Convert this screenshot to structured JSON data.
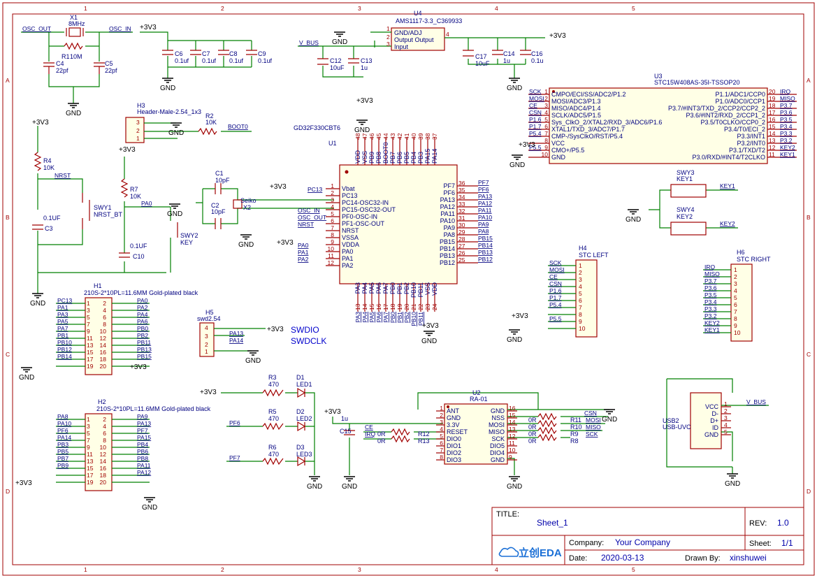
{
  "frame": {
    "cols": [
      "1",
      "2",
      "3",
      "4",
      "5"
    ],
    "rows": [
      "A",
      "B",
      "C",
      "D"
    ]
  },
  "title_block": {
    "title_label": "TITLE:",
    "title": "Sheet_1",
    "rev_label": "REV:",
    "rev": "1.0",
    "company_label": "Company:",
    "company": "Your Company",
    "sheet_label": "Sheet:",
    "sheet": "1/1",
    "date_label": "Date:",
    "date": "2020-03-13",
    "drawn_label": "Drawn By:",
    "drawn_by": "xinshuwei",
    "logo": "立创EDA"
  },
  "crystal": {
    "ref": "X1",
    "val": "8MHz",
    "r": "R1",
    "rval": "10M",
    "c4": "C4",
    "c4v": "22pf",
    "c5": "C5",
    "c5v": "22pf",
    "osc_out": "OSC_OUT",
    "osc_in": "OSC_IN"
  },
  "decoupling": {
    "c6": "C6",
    "c7": "C7",
    "c8": "C8",
    "c9": "C9",
    "val": "0.1uf"
  },
  "regulator": {
    "ref": "U4",
    "part": "AMS1117-3.3_C369933",
    "p1": "GND/ADJ",
    "p2": "Output Output",
    "p3": "Input",
    "vbus": "V_BUS",
    "c12": "C12",
    "c12v": "10uF",
    "c13": "C13",
    "c13v": "1u",
    "c17": "C17",
    "c17v": "10uF",
    "c14": "C14",
    "c14v": "1u",
    "c16": "C16",
    "c16v": "0.1u"
  },
  "header_h3": {
    "ref": "H3",
    "part": "Header-Male-2.54_1x3",
    "r2": "R2",
    "r2v": "10K",
    "boot": "BOOT0"
  },
  "reset": {
    "r4": "R4",
    "r4v": "10K",
    "nrst": "NRST",
    "c3": "C3",
    "c3v": "0.1UF",
    "sw": "SWY1",
    "swname": "NRST_BT"
  },
  "key_sw": {
    "r7": "R7",
    "r7v": "10K",
    "pa0": "PA0",
    "c10": "C10",
    "c10v": "0.1UF",
    "sw": "SWY2",
    "swname": "KEY"
  },
  "osc32": {
    "c1": "C1",
    "c1v": "10pF",
    "c2": "C2",
    "c2v": "10pF",
    "x2": "X2",
    "x2name": "Seiko"
  },
  "mcu": {
    "name": "GD32F330CBT6",
    "ref": "U1",
    "left": [
      [
        "1",
        "Vbat"
      ],
      [
        "2",
        "PC13"
      ],
      [
        "3",
        "PC14-OSC32-IN"
      ],
      [
        "4",
        "PC15-OSC32-OUT"
      ],
      [
        "5",
        "PF0-OSC-IN"
      ],
      [
        "6",
        "PF1-OSC-OUT"
      ],
      [
        "7",
        "NRST"
      ],
      [
        "8",
        "VSSA"
      ],
      [
        "9",
        "VDDA"
      ],
      [
        "10",
        "PA0"
      ],
      [
        "11",
        "PA1"
      ],
      [
        "12",
        "PA2"
      ]
    ],
    "right": [
      [
        "36",
        "PF7"
      ],
      [
        "35",
        "PF6"
      ],
      [
        "34",
        "PA13"
      ],
      [
        "33",
        "PA12"
      ],
      [
        "32",
        "PA11"
      ],
      [
        "31",
        "PA10"
      ],
      [
        "30",
        "PA9"
      ],
      [
        "29",
        "PA8"
      ],
      [
        "28",
        "PB15"
      ],
      [
        "27",
        "PB14"
      ],
      [
        "26",
        "PB13"
      ],
      [
        "25",
        "PB12"
      ]
    ],
    "top": [
      "VDD",
      "VSS",
      "PB9",
      "PB8",
      "BOOT0",
      "PB7",
      "PB6",
      "PB5",
      "PB4",
      "PB3",
      "PA15",
      "PA14"
    ],
    "topnum": [
      "48",
      "47",
      "46",
      "45",
      "44",
      "43",
      "42",
      "41",
      "40",
      "39",
      "38",
      "37"
    ],
    "bottom": [
      "PA3",
      "PA4",
      "PA5",
      "PA6",
      "PA7",
      "PB0",
      "PB1",
      "PB2",
      "PB10",
      "PB11",
      "VSS",
      "VDD"
    ],
    "bottomnum": [
      "13",
      "14",
      "15",
      "16",
      "17",
      "18",
      "19",
      "20",
      "21",
      "22",
      "23",
      "24"
    ]
  },
  "stc": {
    "ref": "U3",
    "part": "STC15W408AS-35I-TSSOP20",
    "left": [
      [
        "1",
        "CMPO/ECI/SS/ADC2/P1.2",
        "SCK"
      ],
      [
        "2",
        "MOSI/ADC3/P1.3",
        "MOSI"
      ],
      [
        "3",
        "MISO/ADC4/P1.4",
        "CE"
      ],
      [
        "4",
        "SCLK/ADC5/P1.5",
        "CSN"
      ],
      [
        "5",
        "Sys_ClkO_2/XTAL2/RXD_3/ADC6/P1.6",
        "P1.6"
      ],
      [
        "6",
        "XTAL1/TXD_3/ADC7/P1.7",
        "P1.7"
      ],
      [
        "7",
        "CMP-/SysClkO/RST/P5.4",
        "P5.4"
      ],
      [
        "8",
        "VCC",
        ""
      ],
      [
        "9",
        "CMO+/P5.5",
        "P5.5"
      ],
      [
        "10",
        "GND",
        ""
      ]
    ],
    "right": [
      [
        "20",
        "P1.1/ADC1/CCP0",
        "IRQ"
      ],
      [
        "19",
        "P1.0/ADC0/CCP1",
        "MISO"
      ],
      [
        "18",
        "P3.7/#INT3/TXD_2/CCP2/CCP2_2",
        "P3.7"
      ],
      [
        "17",
        "P3.6/#INT2/RXD_2/CCP1_2",
        "P3.6"
      ],
      [
        "16",
        "P3.5/T0CLKO/CCP0_2",
        "P3.5"
      ],
      [
        "15",
        "P3.4/T0/ECI_2",
        "P3.4"
      ],
      [
        "14",
        "P3.3/INT1",
        "P3.3"
      ],
      [
        "13",
        "P3.2/INT0",
        "P3.2"
      ],
      [
        "12",
        "P3.1/TXD/T2",
        "KEY2"
      ],
      [
        "11",
        "P3.0/RXD/#INT4/T2CLKO",
        "KEY1"
      ]
    ]
  },
  "keys": {
    "swy3": "SWY3",
    "key1": "KEY1",
    "swy4": "SWY4",
    "key2": "KEY2",
    "net1": "KEY1",
    "net2": "KEY2"
  },
  "h4": {
    "ref": "H4",
    "name": "STC LEFT",
    "nets": [
      "SCK",
      "MOSI",
      "CE",
      "CSN",
      "P1.6",
      "P1.7",
      "P5.4",
      "",
      "P5.5",
      ""
    ]
  },
  "h6": {
    "ref": "H6",
    "name": "STC RIGHT",
    "nets": [
      "IRQ",
      "MISO",
      "P3.7",
      "P3.6",
      "P3.5",
      "P3.4",
      "P3.3",
      "P3.2",
      "KEY2",
      "KEY1"
    ]
  },
  "h1": {
    "ref": "H1",
    "part": "210S-2*10PL=11.6MM Gold-plated black",
    "left": [
      "PC13",
      "PA1",
      "PA3",
      "PA5",
      "PA7",
      "PB1",
      "PB10",
      "PB12",
      "PB14",
      ""
    ],
    "right": [
      "PA0",
      "PA2",
      "PA4",
      "PA6",
      "PB0",
      "PB2",
      "PB11",
      "PB13",
      "PB15",
      ""
    ]
  },
  "h2": {
    "ref": "H2",
    "part": "210S-2*10PL=11.6MM Gold-plated black",
    "left": [
      "PA8",
      "PA10",
      "PF6",
      "PA14",
      "PB3",
      "PB5",
      "PB7",
      "PB9",
      "",
      ""
    ],
    "right": [
      "PA9",
      "PA13",
      "PF7",
      "PA15",
      "PB4",
      "PB6",
      "PB8",
      "PA11",
      "PA12",
      ""
    ]
  },
  "h5": {
    "ref": "H5",
    "part": "swd2.54",
    "pa13": "PA13",
    "pa14": "PA14",
    "swdio": "SWDIO",
    "swdclk": "SWDCLK"
  },
  "leds": {
    "r3": "R3",
    "r5": "R5",
    "r6": "R6",
    "rv": "470",
    "d1": "D1",
    "d2": "D2",
    "d3": "D3",
    "l1": "LED1",
    "l2": "LED2",
    "l3": "LED3",
    "pf6": "PF6",
    "pf7": "PF7"
  },
  "rf": {
    "ref": "U2",
    "part": "RA-01",
    "left": [
      "ANT",
      "GND",
      "3.3V",
      "RESET",
      "DIO0",
      "DIO1",
      "DIO2",
      "DIO3"
    ],
    "lnum": [
      "1",
      "2",
      "3",
      "4",
      "5",
      "6",
      "7",
      "8"
    ],
    "right": [
      "GND",
      "NSS",
      "MOSI",
      "MISO",
      "SCK",
      "DIO5",
      "DIO4",
      "GND"
    ],
    "rnum": [
      "16",
      "15",
      "14",
      "13",
      "12",
      "11",
      "10",
      "9"
    ],
    "c15": "C15",
    "c15v": "1u",
    "ce": "CE",
    "irq": "IRQ",
    "r12": "R12",
    "r13": "R13",
    "r11": "R11",
    "r10": "R10",
    "r9": "R9",
    "r8": "R8",
    "rv": "0R",
    "csn": "CSN",
    "mosi": "MOSI",
    "miso": "MISO",
    "sck": "SCK"
  },
  "usb": {
    "ref": "USB2",
    "part": "USB-UVC",
    "pins": [
      "VCC",
      "D-",
      "D+",
      "ID",
      "GND"
    ],
    "pnum": [
      "1",
      "2",
      "3",
      "4",
      "5"
    ],
    "vbus": "V_BUS"
  },
  "power": {
    "v33": "+3V3",
    "gnd": "GND"
  }
}
